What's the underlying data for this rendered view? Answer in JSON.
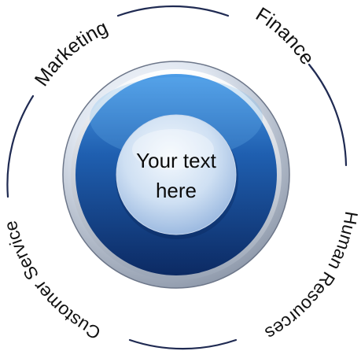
{
  "diagram": {
    "center": {
      "line1": "Your text",
      "line2": "here"
    },
    "segments": [
      {
        "label": "Marketing"
      },
      {
        "label": "Finance"
      },
      {
        "label": "Human Resources"
      },
      {
        "label": "Customer Service"
      }
    ]
  },
  "colors": {
    "ring_stroke": "#1f2a52",
    "outer_disc_light": "#e9eef6",
    "outer_disc_dark": "#7b8799",
    "inner_disc_top": "#4ea0ea",
    "inner_disc_bottom": "#10306f",
    "center_light": "#eef4fb",
    "center_dark": "#a7c1e3",
    "text": "#111111"
  }
}
